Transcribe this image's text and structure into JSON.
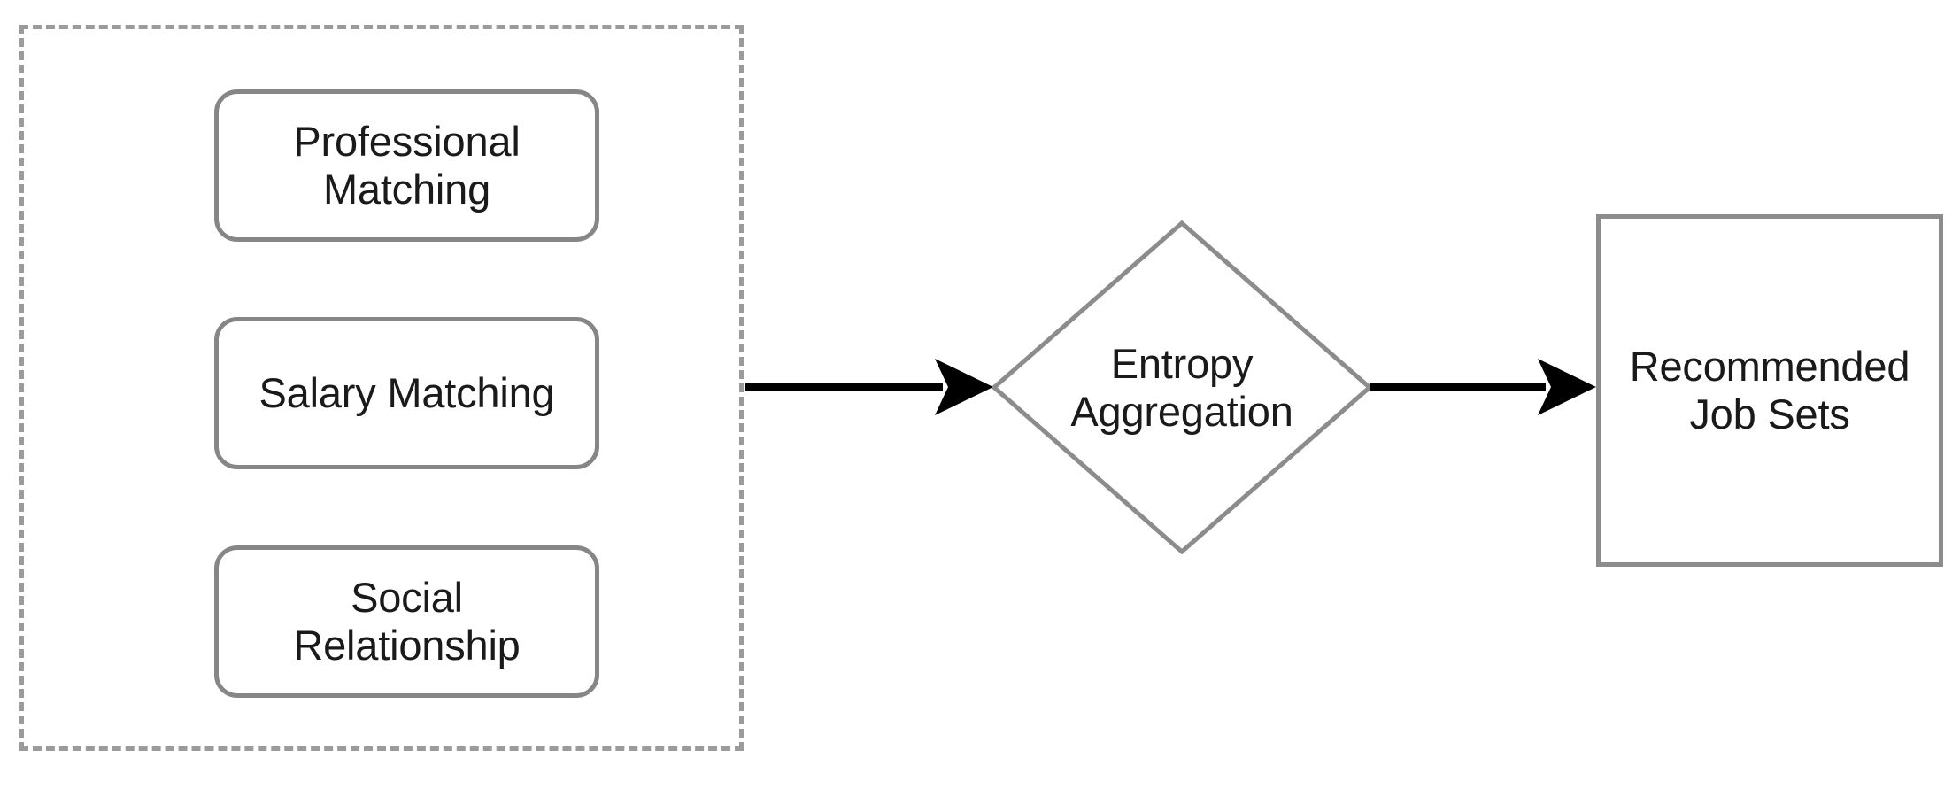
{
  "diagram": {
    "type": "flowchart",
    "background_color": "#ffffff",
    "line_color": "#8c8c8c",
    "dashed_border_color": "#9b9b9b",
    "arrow_color": "#000000",
    "text_color": "#1a1a1a",
    "group": {
      "name": "matching-factors-group",
      "style": "dashed-rectangle",
      "items": [
        {
          "id": "professional-matching",
          "label": "Professional\nMatching",
          "shape": "rounded-rectangle"
        },
        {
          "id": "salary-matching",
          "label": "Salary Matching",
          "shape": "rounded-rectangle"
        },
        {
          "id": "social-relationship",
          "label": "Social\nRelationship",
          "shape": "rounded-rectangle"
        }
      ]
    },
    "process": {
      "id": "entropy-aggregation",
      "label": "Entropy\nAggregation",
      "shape": "diamond"
    },
    "output": {
      "id": "recommended-job-sets",
      "label": "Recommended\nJob Sets",
      "shape": "rectangle"
    },
    "edges": [
      {
        "id": "group-to-process",
        "from": "matching-factors-group",
        "to": "entropy-aggregation",
        "label": "",
        "style": "solid-arrow"
      },
      {
        "id": "process-to-output",
        "from": "entropy-aggregation",
        "to": "recommended-job-sets",
        "label": "",
        "style": "solid-arrow"
      }
    ]
  }
}
